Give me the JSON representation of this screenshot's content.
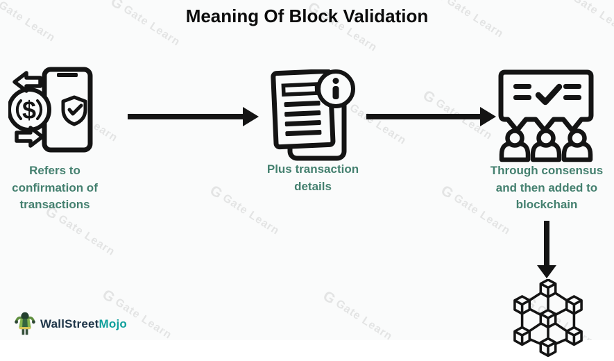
{
  "title": "Meaning Of Block Validation",
  "steps": [
    {
      "icon": "phone-transaction-icon",
      "label": "Refers to\nconfirmation of\ntransactions"
    },
    {
      "icon": "document-info-icon",
      "label": "Plus transaction\ndetails"
    },
    {
      "icon": "consensus-group-icon",
      "label": "Through consensus\nand then added to\nblockchain"
    }
  ],
  "result": {
    "icon": "blockchain-cubes-icon"
  },
  "branding": {
    "brand_primary": "WallStreet",
    "brand_accent": "Mojo"
  },
  "watermark": {
    "glyph": "G",
    "text": "Gate Learn"
  },
  "colors": {
    "label_teal": "#44806f",
    "icon_stroke": "#141414",
    "brand_primary_color": "#20374a",
    "brand_accent_color": "#10a09c",
    "watermark_color": "rgba(110,110,110,0.16)"
  }
}
